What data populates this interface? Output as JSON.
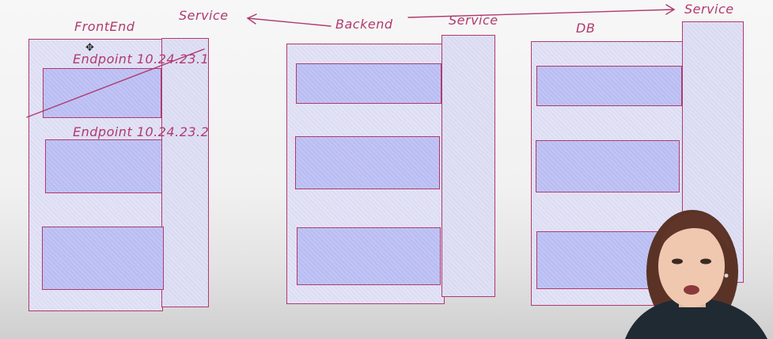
{
  "diagram": {
    "frontend_label": "FrontEnd",
    "frontend_service_label": "Service",
    "backend_label": "Backend",
    "backend_service_label": "Service",
    "db_label": "DB",
    "db_service_label": "Service",
    "endpoint_1": "Endpoint 10.24.23.1",
    "endpoint_2": "Endpoint 10.24.23.2"
  },
  "colors": {
    "ink": "#b03a6e",
    "pod_fill": "#bcbff3",
    "group_fill": "#e0e0f4"
  },
  "icons": {
    "cursor": "move-cursor-icon"
  }
}
